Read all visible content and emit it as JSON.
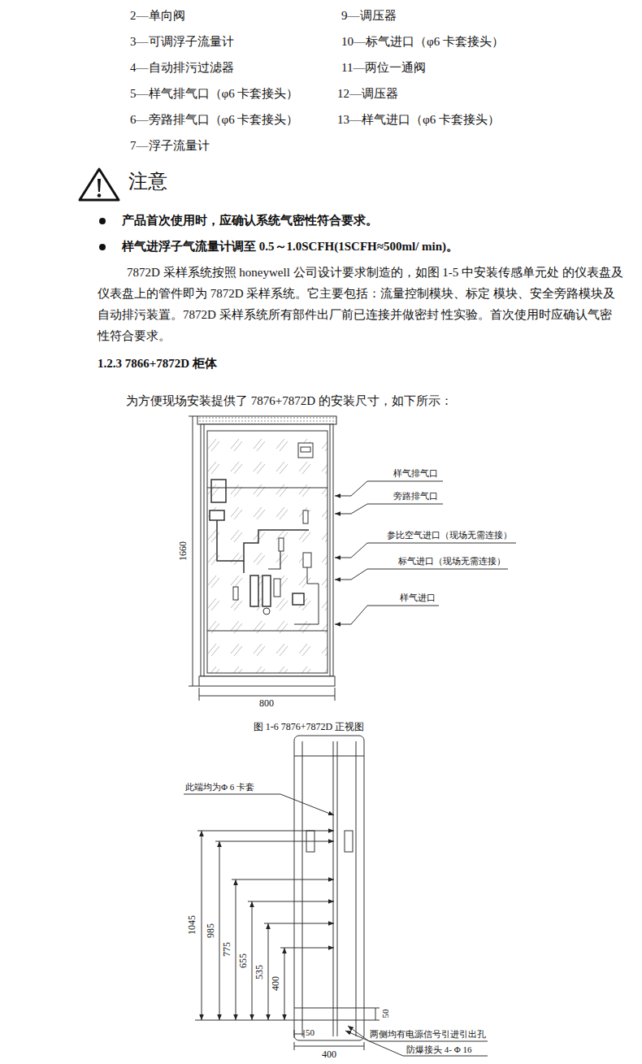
{
  "diagram": {
    "title": "1.2.3 7866+7872D 柜体",
    "caption": "图 1-6 7876+7872D 正视图",
    "labels": [
      "2—单向阀",
      "9—调压器",
      "3—可调浮子流量计",
      "10—标气进口（φ6 卡套接头）",
      "4—自动排污过滤器",
      "11—两位一通阀",
      "5—样气排气口（φ6 卡套接头）",
      "12—调压器",
      "6—旁路排气口（φ6 卡套接头）",
      "13—样气进口（φ6 卡套接头）",
      "7—浮子流量计",
      "注意",
      "产品首次使用时，应确认系统气密性符合要求。",
      "样气进浮子气流量计调至 0.5～1.0SCFH(1SCFH≈500ml/ min)。",
      "7872D 采样系统按照 honeywell 公司设计要求制造的，如图 1-5 中安装传感单元处 的仪表盘及仪表盘上的管件即为 7872D 采样系统。它主要包括：流量控制模块、标定 模块、安全旁路模块及自动排污装置。7872D 采样系统所有部件出厂前已连接并做密封 性实验。首次使用时应确认气密性符合要求。",
      "为方便现场安装提供了 7876+7872D 的安装尺寸，如下所示：",
      "样气排气口",
      "旁路排气口",
      "参比空气进口（现场无需连接）",
      "标气进口（现场无需连接）",
      "样气进口",
      "1660",
      "800",
      "此端均为Φ 6 卡套",
      "1045",
      "985",
      "775",
      "655",
      "535",
      "400",
      "50",
      "50",
      "两侧均有电源信号引进引出孔",
      "防爆接头 4- Φ 16",
      "400"
    ]
  }
}
